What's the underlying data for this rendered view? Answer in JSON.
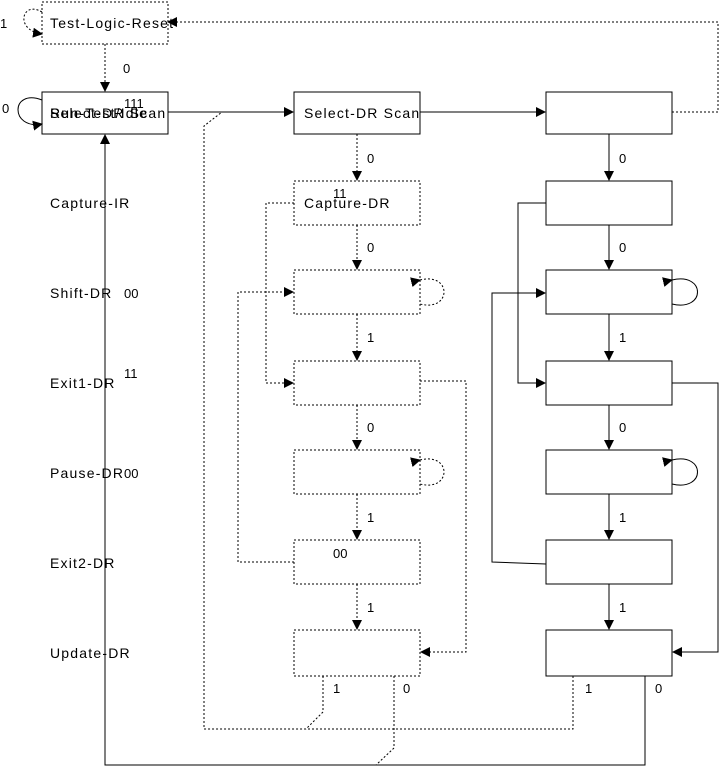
{
  "states": {
    "test_logic_reset": "Test-Logic-Reset",
    "run_test_idle": "Run-Test/Idle",
    "select_dr_scan_left": "Select-DR Scan",
    "select_dr_scan": "Select-DR Scan",
    "capture_dr": "Capture-DR"
  },
  "row_labels": {
    "capture": "Capture-IR",
    "shift": "Shift-DR",
    "exit1": "Exit1-DR",
    "pause": "Pause-DR",
    "exit2": "Exit2-DR",
    "update": "Update-DR"
  },
  "transitions": {
    "tlr_self": "1",
    "tlr_down": "0",
    "rti_self": "0",
    "rti_code": "111",
    "sel_down": "0",
    "cap_code": "11",
    "cap_down": "0",
    "shift_code": "00",
    "shift_down": "1",
    "exit1_code": "11",
    "exit1_down": "0",
    "pause_code": "00",
    "pause_down": "1",
    "exit2_code": "00",
    "exit2_down": "1",
    "update_one": "1",
    "update_zero": "0",
    "r0": "0",
    "r1": "0",
    "r2": "1",
    "r3": "0",
    "r4": "1",
    "r5": "1",
    "r_update_one": "1",
    "r_update_zero": "0"
  }
}
